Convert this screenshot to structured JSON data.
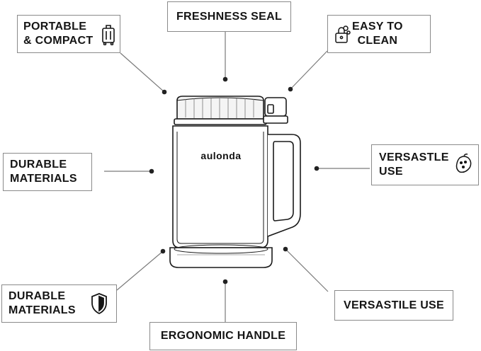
{
  "brand": "aulonda",
  "labels": {
    "portable_compact": "PORTABLE\n& COMPACT",
    "freshness_seal": "FRESHNESS SEAL",
    "easy_to_clean": "EASY TO\nCLEAN",
    "durable_materials_top": "DURABLE\nMATERIALS",
    "versastile_use_right": "VERSASTLE\nUSE",
    "durable_materials_bottom": "DURABLE\nMATERIALS",
    "versastile_use_bottom": "VERSASTILE USE",
    "ergonomic_handle": "ERGONOMIC HANDLE"
  },
  "icons": {
    "portable_compact": "luggage-icon",
    "easy_to_clean": "lock-bubble-icon",
    "versastile_use_right": "fruit-icon",
    "durable_materials_bottom": "shield-icon"
  }
}
